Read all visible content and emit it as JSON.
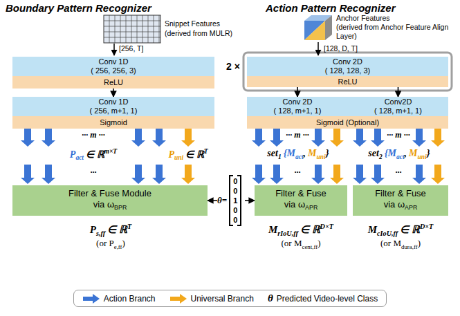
{
  "diagram": {
    "nodes": [
      {
        "text": [
          "Conv 1D",
          "( 256, 256, 3)"
        ]
      },
      {
        "text": [
          "ReLU"
        ]
      },
      {
        "text": [
          "Conv 1D",
          "( 256, m+1, 1)"
        ]
      },
      {
        "text": [
          "Sigmoid"
        ]
      },
      {
        "text": [
          "Filter & Fuse Module",
          "via ω",
          "BPR"
        ]
      },
      {
        "text": [
          "Conv 2D",
          "( 128, 128, 3)"
        ]
      },
      {
        "text": [
          "ReLU"
        ]
      },
      {
        "text": [
          "Conv 2D",
          "( 128, m+1, 1)"
        ]
      },
      {
        "text": [
          "Conv2D",
          "( 128, m+1, 1)"
        ]
      },
      {
        "text": [
          "Sigmoid (Optional)"
        ]
      },
      {
        "text": [
          "θ=",
          "0",
          "0",
          "1",
          "0",
          "0"
        ]
      },
      {
        "text": [
          "Filter & Fuse",
          "via ω",
          "APR"
        ]
      },
      {
        "text": [
          "Filter & Fuse",
          "via ω",
          "APR"
        ]
      }
    ],
    "edges": [
      {
        "from": 1,
        "to": 2,
        "arrow": "to"
      },
      {
        "from": 6,
        "to": 7,
        "arrow": "to"
      },
      {
        "from": 6,
        "to": 8,
        "arrow": "to"
      },
      {
        "from": 10,
        "to": 4,
        "arrow": "to"
      },
      {
        "from": 10,
        "to": 11,
        "arrow": "to"
      }
    ],
    "labels": [
      "Snippet Features",
      "(derived from MULR)",
      "[256, T]",
      "Anchor Features",
      "(derived from Anchor Feature Align Layer)",
      "[128, D, T]",
      "2 ×",
      "··· m ···",
      "P",
      "act",
      "∈ ℝ",
      "m×T",
      "P",
      "uni",
      "∈ ℝ",
      "T",
      "···",
      "P",
      "s,ff",
      "∈ ℝ",
      "T",
      "(or P",
      "e,ff",
      ")",
      "··· m ···",
      "··· m ···",
      "set",
      "1",
      "{M",
      "act",
      ",",
      "M",
      "uni",
      "}",
      "set",
      "2",
      "{M",
      "act",
      ",",
      "M",
      "uni",
      "}",
      "···",
      "···",
      "M",
      "rIoU,ff",
      "∈ ℝ",
      "D×T",
      "(or M",
      "cent,ff",
      ")",
      "M",
      "cIoU,ff",
      "∈ ℝ",
      "D×T",
      "(or M",
      "dura,ff",
      ")",
      "θ",
      "Boundary Pattern Recognizer",
      "Action Pattern Recognizer"
    ],
    "legend": [
      {
        "text": "Action Branch"
      },
      {
        "text": "Universal Branch"
      },
      {
        "text": "Predicted Video-level Class"
      }
    ]
  }
}
